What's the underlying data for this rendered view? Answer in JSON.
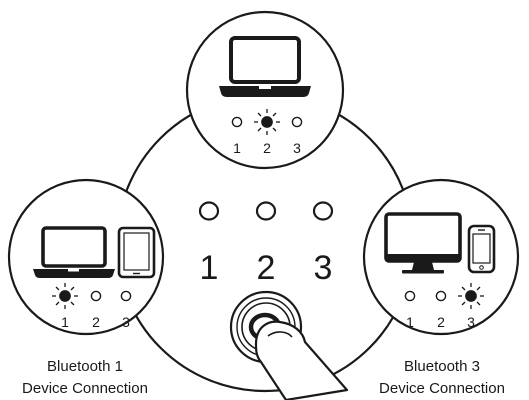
{
  "hub": {
    "slot_numbers": [
      "1",
      "2",
      "3"
    ]
  },
  "top_panel": {
    "device": "laptop-icon",
    "led_numbers": [
      "1",
      "2",
      "3"
    ],
    "active_led": "2"
  },
  "left_panel": {
    "devices": [
      "laptop-icon",
      "tablet-icon"
    ],
    "led_numbers": [
      "1",
      "2",
      "3"
    ],
    "active_led": "1",
    "caption_line1": "Bluetooth 1",
    "caption_line2": "Device Connection"
  },
  "right_panel": {
    "devices": [
      "monitor-icon",
      "phone-icon"
    ],
    "led_numbers": [
      "1",
      "2",
      "3"
    ],
    "active_led": "3",
    "caption_line1": "Bluetooth 3",
    "caption_line2": "Device Connection"
  },
  "icons": {
    "button": "round-button-icon",
    "finger": "finger-press-icon",
    "active_led": "lit-led-icon"
  },
  "colors": {
    "stroke": "#1a1a1a",
    "background": "#ffffff"
  }
}
